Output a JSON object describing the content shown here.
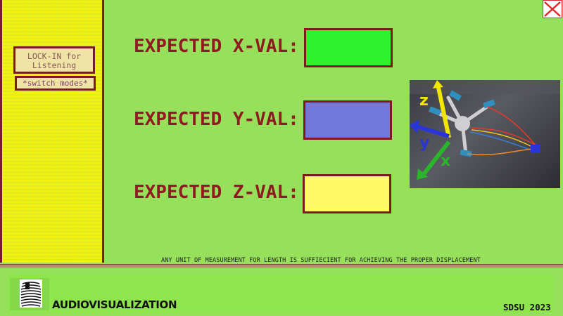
{
  "sidebar": {
    "lock_in_label": "LOCK-IN for Listening",
    "switch_modes_label": "*switch modes*"
  },
  "fields": [
    {
      "label": "EXPECTED X-VAL:",
      "color": "#2ef22e"
    },
    {
      "label": "EXPECTED Y-VAL:",
      "color": "#7079db"
    },
    {
      "label": "EXPECTED Z-VAL:",
      "color": "#fffa66"
    }
  ],
  "photo": {
    "axis_labels": {
      "z": "z",
      "y": "y",
      "x": "x"
    },
    "axis_colors": {
      "z": "#f2e600",
      "y": "#2a35d8",
      "x": "#2bb52b"
    }
  },
  "notice": "ANY UNIT OF MEASUREMENT FOR LENGTH IS SUFFIECIENT FOR ACHIEVING THE PROPER DISPLACEMENT",
  "footer": {
    "brand": "AUDIOVISUALIZATION",
    "credit": "SDSU 2023"
  },
  "colors": {
    "background": "#97e05c",
    "border": "#7a1a22",
    "label_text": "#8e1a22",
    "close_x": "#e0282a"
  }
}
